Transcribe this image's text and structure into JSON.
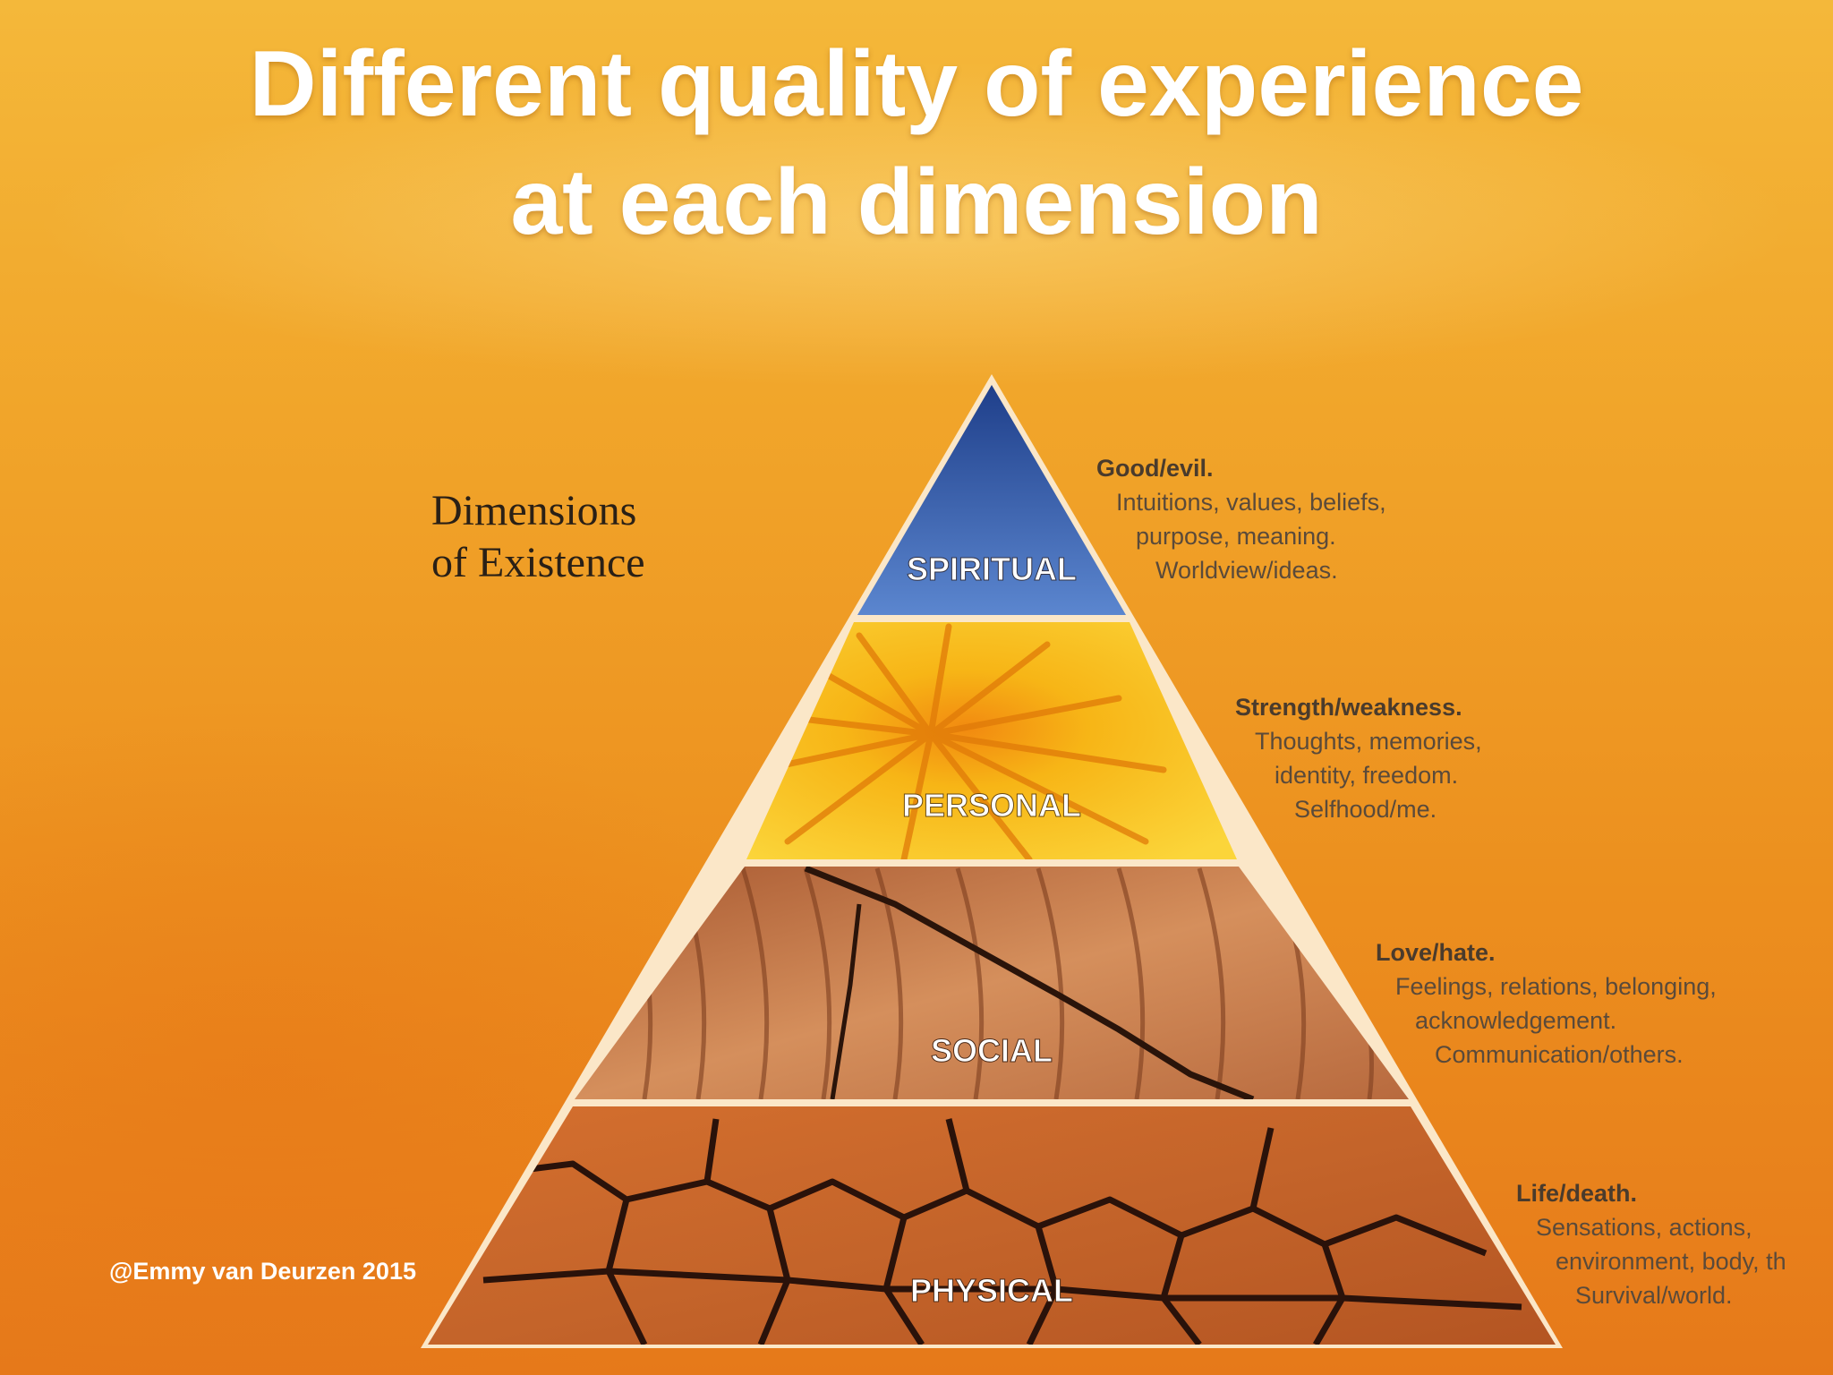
{
  "title": {
    "line1": "Different quality of experience",
    "line2": "at each dimension"
  },
  "diagram": {
    "heading_line1": "Dimensions",
    "heading_line2": "of Existence",
    "levels": [
      {
        "label": "SPIRITUAL",
        "head": "Good/evil.",
        "lines": [
          "Intuitions, values, beliefs,",
          "purpose, meaning.",
          "Worldview/ideas."
        ],
        "color": "#3f6cb8"
      },
      {
        "label": "PERSONAL",
        "head": "Strength/weakness.",
        "lines": [
          "Thoughts, memories,",
          "identity, freedom.",
          "Selfhood/me."
        ],
        "color": "#f5c417"
      },
      {
        "label": "SOCIAL",
        "head": "Love/hate.",
        "lines": [
          "Feelings, relations, belonging,",
          "acknowledgement.",
          "Communication/others."
        ],
        "color": "#c77a45"
      },
      {
        "label": "PHYSICAL",
        "head": "Life/death.",
        "lines": [
          "Sensations, actions,",
          "environment, body, th",
          "Survival/world."
        ],
        "color": "#c9652a"
      }
    ]
  },
  "footer": {
    "copyright": "@Emmy van Deurzen 2015"
  }
}
